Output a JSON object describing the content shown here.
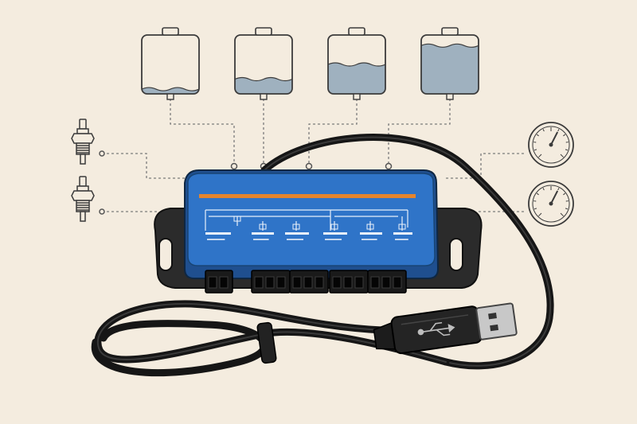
{
  "colors": {
    "background": "#f4ecdf",
    "line_art": "#3b3b3b",
    "leader_line": "#7b7b7b",
    "fluid_fill": "#9fb1bf",
    "interface_body": "#2f74c8",
    "interface_body_dark": "#1f4f8f",
    "accent_stripe": "#e5852d",
    "cable": "#1a1a1a",
    "mount_flange": "#2b2b2b",
    "usb_metal": "#c8c8c8"
  },
  "tanks": [
    {
      "name": "tank-1",
      "fill_level": 0.08
    },
    {
      "name": "tank-2",
      "fill_level": 0.25
    },
    {
      "name": "tank-3",
      "fill_level": 0.5
    },
    {
      "name": "tank-4",
      "fill_level": 0.82
    }
  ],
  "temperature_sensors": [
    {
      "name": "temperature-sensor-1"
    },
    {
      "name": "temperature-sensor-2"
    }
  ],
  "gauges": [
    {
      "name": "gauge-1",
      "needle_value": 0.6
    },
    {
      "name": "gauge-2",
      "needle_value": 0.6
    }
  ],
  "connector_blocks": [
    {
      "name": "connector-block-1",
      "pins": 2
    },
    {
      "name": "connector-block-2",
      "pins": 3
    },
    {
      "name": "connector-block-3",
      "pins": 3
    },
    {
      "name": "connector-block-4",
      "pins": 3
    },
    {
      "name": "connector-block-5",
      "pins": 3
    }
  ],
  "icons": {
    "usb_symbol": "usb-icon",
    "cable": "usb-cable"
  }
}
